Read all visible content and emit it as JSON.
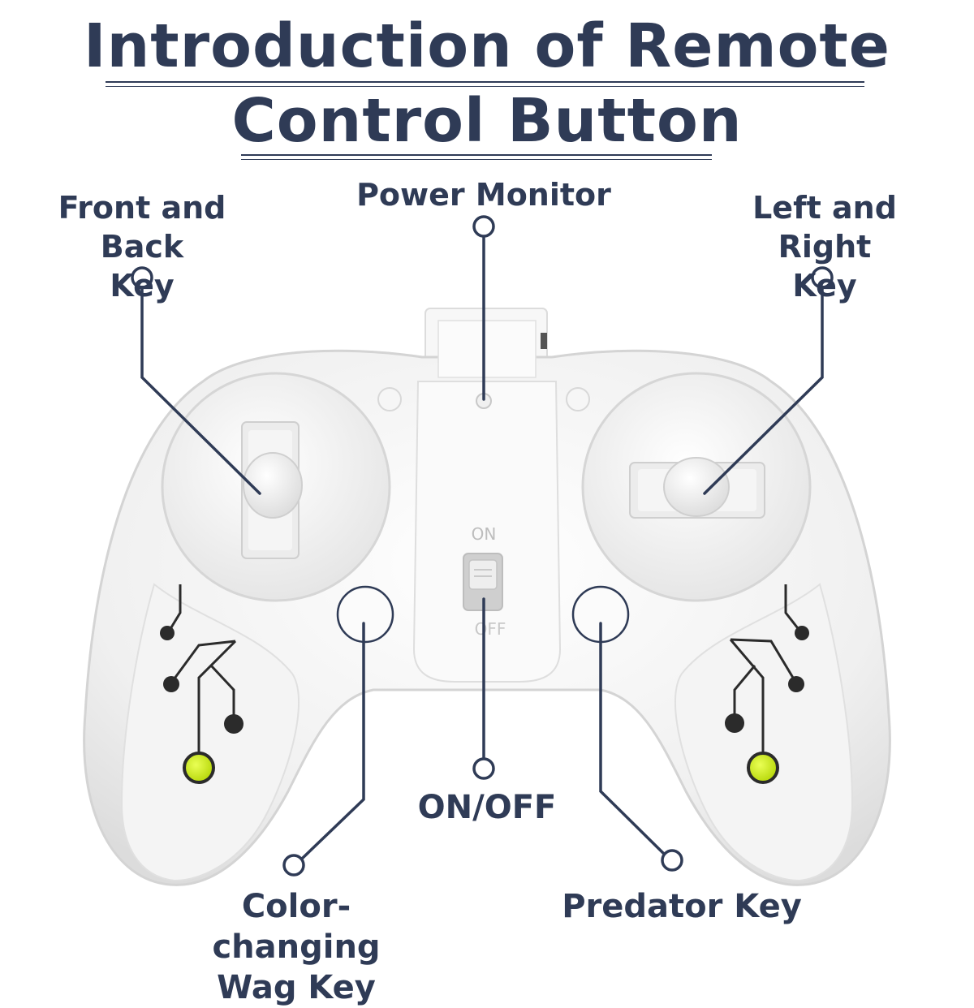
{
  "title": {
    "line1": "Introduction of Remote",
    "line2": "Control Button"
  },
  "labels": {
    "front_back": "Front and Back\nKey",
    "power_monitor": "Power Monitor",
    "left_right": "Left and Right\nKey",
    "color_wag": "Color-changing\nWag Key",
    "on_off_label": "ON/OFF",
    "predator": "Predator Key"
  },
  "switch": {
    "on": "ON",
    "off": "OFF"
  },
  "colors": {
    "ink": "#2f3b56",
    "controller_body": "#f2f2f2",
    "controller_shadow": "#d8d8d8",
    "led_green": "#d4f21a",
    "dot_dark": "#2b2b2b"
  }
}
